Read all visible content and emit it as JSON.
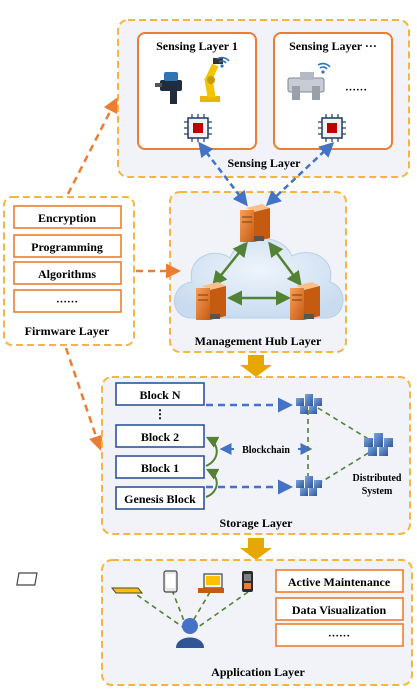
{
  "colors": {
    "dashed_border": "#f4b63f",
    "panel_fill": "#f1f3f9",
    "orange": "#ed7d31",
    "orange_dark": "#c55a11",
    "blue": "#4472c4",
    "blue_box_border": "#2f5597",
    "green": "#548235",
    "gold_arrow": "#e6a800",
    "cloud": "#d9e7f5",
    "chip_fill": "#c00000"
  },
  "sensing": {
    "title": "Sensing Layer",
    "box1_title": "Sensing Layer 1",
    "box2_title": "Sensing Layer ···",
    "ellipsis": "······",
    "icons": [
      "drill-robot-icon",
      "robot-arm-icon",
      "machine-tool-icon",
      "wireless-signal-icon",
      "chip-icon"
    ]
  },
  "firmware": {
    "title": "Firmware Layer",
    "items": [
      "Encryption",
      "Programming",
      "Algorithms",
      "······"
    ]
  },
  "management": {
    "title": "Management Hub Layer",
    "icons": [
      "server-icon",
      "cloud-icon"
    ]
  },
  "storage": {
    "title": "Storage Layer",
    "blocks": [
      "Block N",
      "⋮",
      "Block 2",
      "Block 1",
      "Genesis Block"
    ],
    "blockchain_label": "Blockchain",
    "distributed_label_1": "Distributed",
    "distributed_label_2": "System",
    "icons": [
      "server-cluster-icon"
    ]
  },
  "application": {
    "title": "Application Layer",
    "items": [
      "Active Maintenance",
      "Data Visualization",
      "······"
    ],
    "icons": [
      "laptop-icon",
      "tablet-icon",
      "desktop-computer-icon",
      "mobile-phone-icon",
      "user-icon"
    ]
  }
}
